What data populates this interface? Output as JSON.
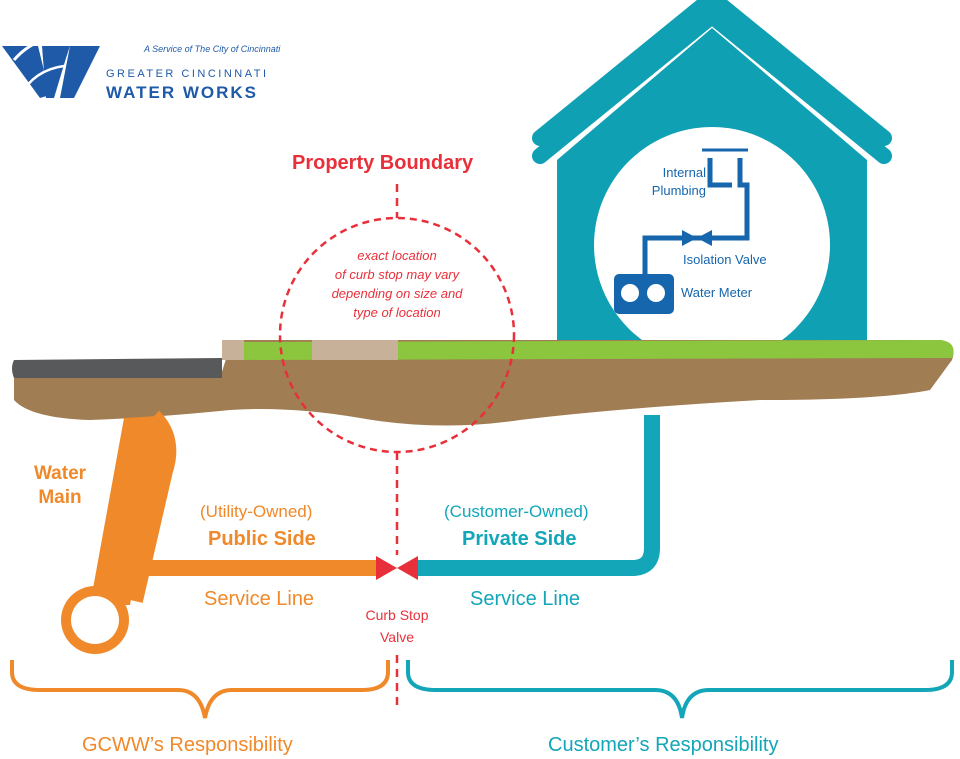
{
  "brand": {
    "tagline": "A Service of The City of Cincinnati",
    "line1": "GREATER CINCINNATI",
    "line2": "WATER WORKS",
    "logo_letter": "W"
  },
  "labels": {
    "property_boundary": "Property Boundary",
    "curb_note": [
      "exact location",
      "of curb stop may vary",
      "depending on size and",
      "type of location"
    ],
    "water_main": [
      "Water",
      "Main"
    ],
    "utility_owned": "(Utility-Owned)",
    "public_side": "Public Side",
    "service_line_left": "Service Line",
    "customer_owned": "(Customer-Owned)",
    "private_side": "Private Side",
    "service_line_right": "Service Line",
    "curb_stop": [
      "Curb Stop",
      "Valve"
    ],
    "internal_plumbing": [
      "Internal",
      "Plumbing"
    ],
    "isolation_valve": "Isolation Valve",
    "water_meter": "Water Meter",
    "gcww_responsibility": "GCWW’s Responsibility",
    "customer_responsibility": "Customer’s Responsibility"
  },
  "colors": {
    "utility_orange": "#f0892a",
    "customer_teal": "#12a6b8",
    "boundary_red": "#e8303a",
    "brand_blue": "#1e5aa8",
    "house_teal": "#10a0b4",
    "plumbing_blue": "#1666ad",
    "grass": "#8cc63f",
    "soil": "#a07d52",
    "road": "#58595b"
  }
}
